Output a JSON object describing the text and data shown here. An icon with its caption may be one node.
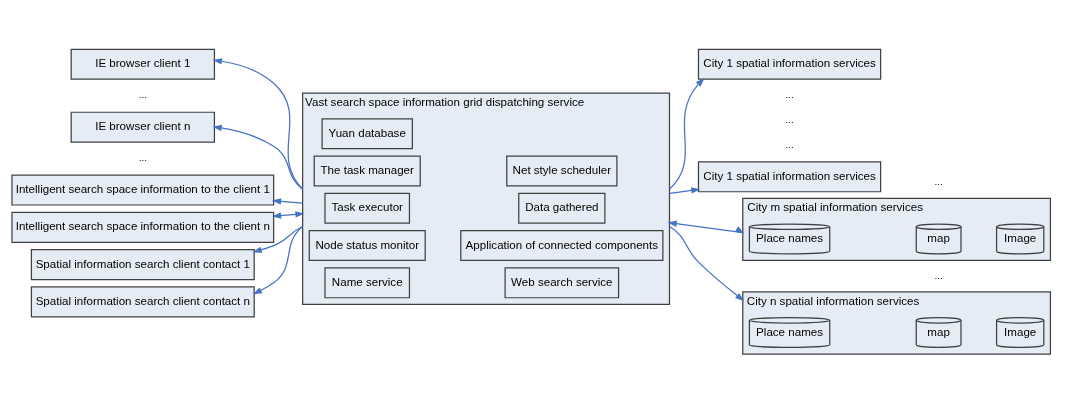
{
  "diagram": {
    "nodes": [
      {
        "text": [
          "IE browser client 1"
        ]
      },
      {
        "text": [
          "IE browser client n"
        ]
      },
      {
        "text": [
          "Intelligent search space information to the client 1"
        ]
      },
      {
        "text": [
          "Intelligent search space information to the client n"
        ]
      },
      {
        "text": [
          "Spatial information search client contact 1"
        ]
      },
      {
        "text": [
          "Spatial information search client contact n"
        ]
      },
      {
        "text": [
          "Vast search space information grid dispatching service"
        ]
      },
      {
        "text": [
          "Yuan database"
        ],
        "in": 6
      },
      {
        "text": [
          "The task manager"
        ],
        "in": 6
      },
      {
        "text": [
          "Net style scheduler"
        ],
        "in": 6
      },
      {
        "text": [
          "Task executor"
        ],
        "in": 6
      },
      {
        "text": [
          "Data gathered"
        ],
        "in": 6
      },
      {
        "text": [
          "Node status monitor"
        ],
        "in": 6
      },
      {
        "text": [
          "Application of connected components"
        ],
        "in": 6
      },
      {
        "text": [
          "Name service"
        ],
        "in": 6
      },
      {
        "text": [
          "Web search service"
        ],
        "in": 6
      },
      {
        "text": [
          "City 1 spatial information services"
        ]
      },
      {
        "text": [
          "City 1 spatial information services"
        ]
      },
      {
        "text": [
          "City m spatial information services"
        ]
      },
      {
        "text": [
          "Place names"
        ],
        "in": 18
      },
      {
        "text": [
          "map"
        ],
        "in": 18
      },
      {
        "text": [
          "Image"
        ],
        "in": 18
      },
      {
        "text": [
          "City n spatial information services"
        ]
      },
      {
        "text": [
          "Place names"
        ],
        "in": 22
      },
      {
        "text": [
          "map"
        ],
        "in": 22
      },
      {
        "text": [
          "Image"
        ],
        "in": 22
      }
    ],
    "edges": [
      {
        "from": 6,
        "to": 0,
        "arrow": "to"
      },
      {
        "from": 6,
        "to": 1,
        "arrow": "to"
      },
      {
        "from": 6,
        "to": 2,
        "arrow": "to"
      },
      {
        "from": 6,
        "to": 3,
        "arrow": "both"
      },
      {
        "from": 6,
        "to": 4,
        "arrow": "to"
      },
      {
        "from": 6,
        "to": 5,
        "arrow": "to"
      },
      {
        "from": 6,
        "to": 16,
        "arrow": "to"
      },
      {
        "from": 6,
        "to": 17,
        "arrow": "to"
      },
      {
        "from": 6,
        "to": 18,
        "arrow": "both"
      },
      {
        "from": 6,
        "to": 22,
        "arrow": "to"
      }
    ],
    "labels": [
      "...",
      "...",
      "...",
      "...",
      "...",
      "...",
      "..."
    ]
  }
}
